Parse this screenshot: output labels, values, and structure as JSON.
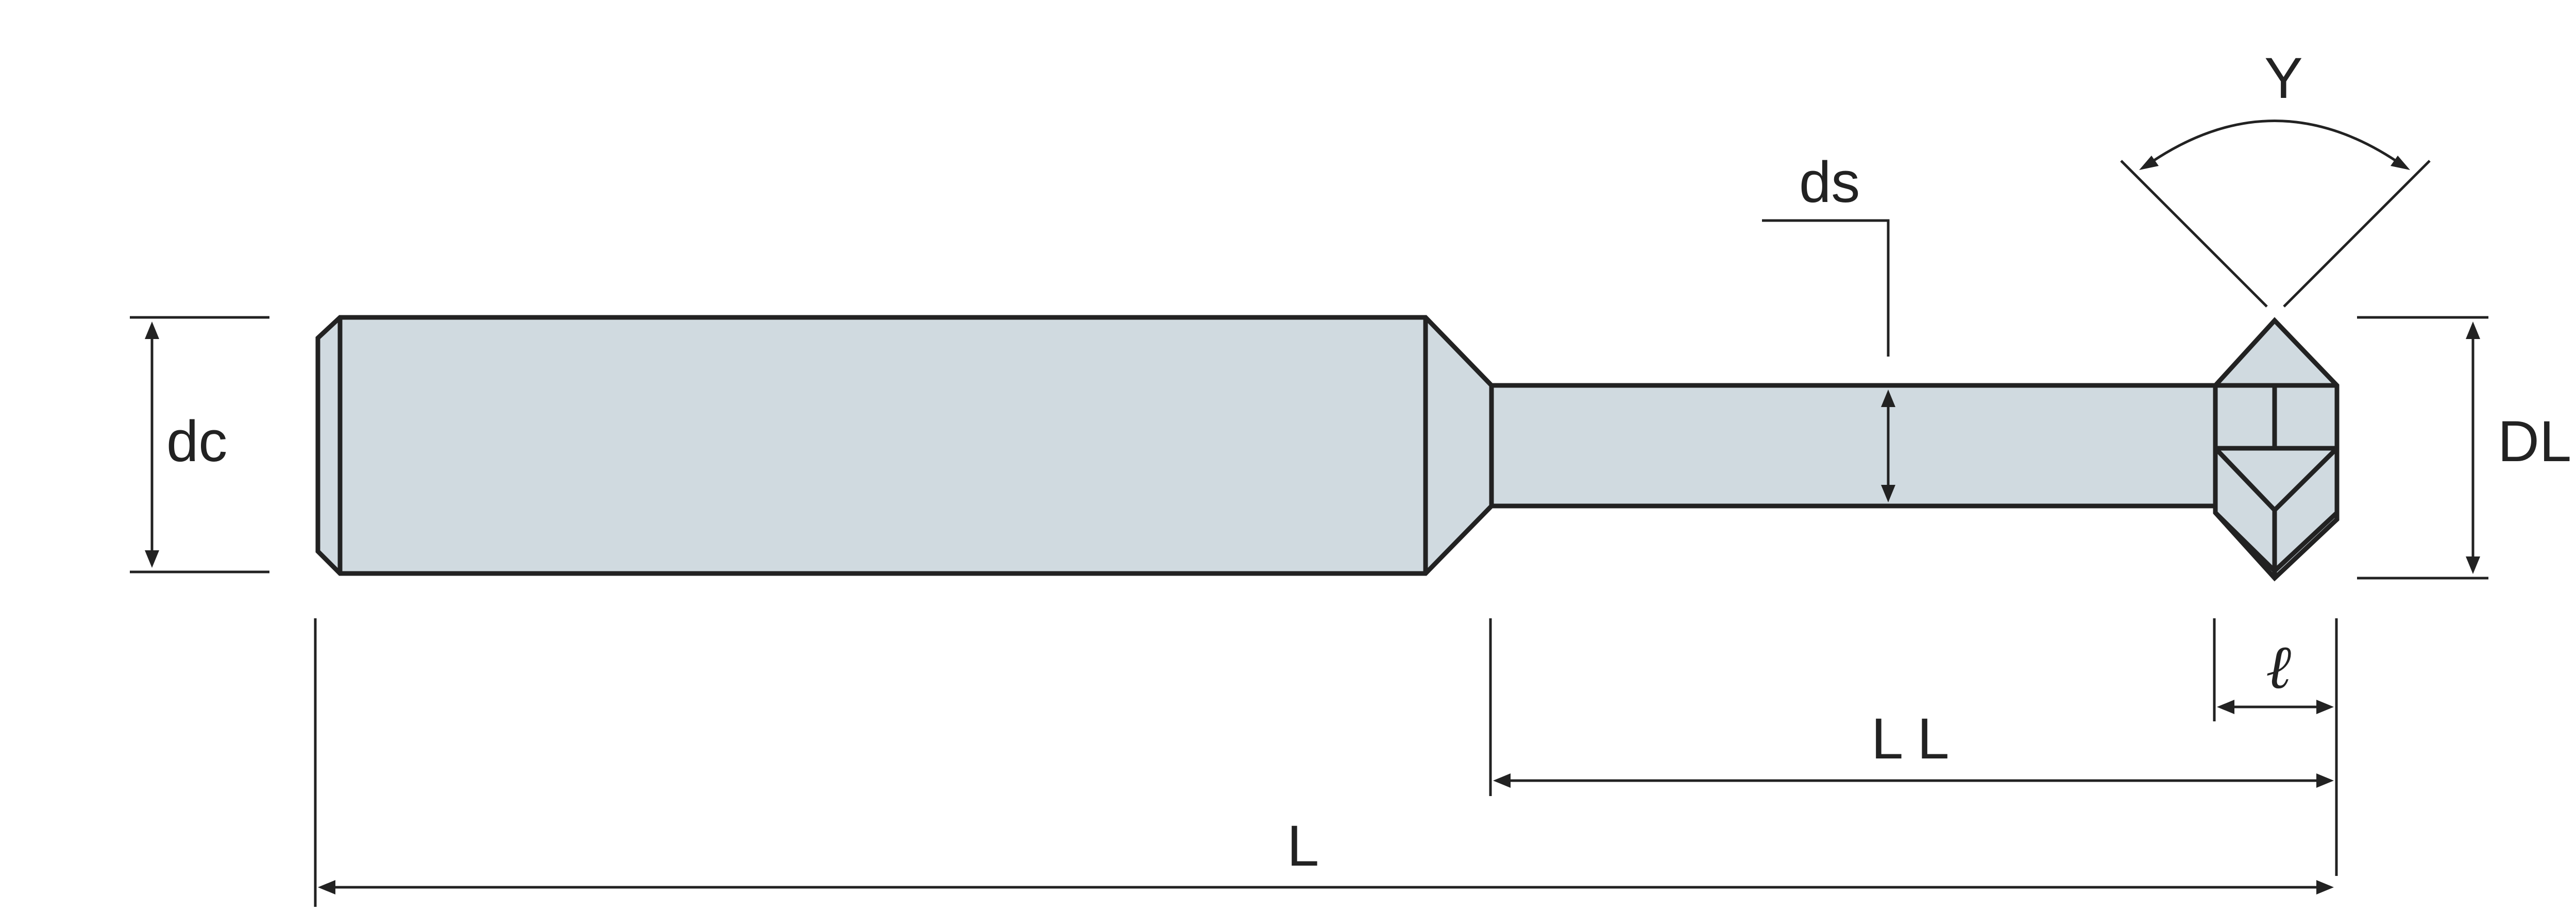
{
  "labels": {
    "dc": "dc",
    "ds": "ds",
    "angle": "Y",
    "DL": "DL",
    "l": "ℓ",
    "LL": "L L",
    "L": "L"
  },
  "colors": {
    "body_fill": "#d0dae0",
    "line": "#222222",
    "background": "#ffffff"
  }
}
